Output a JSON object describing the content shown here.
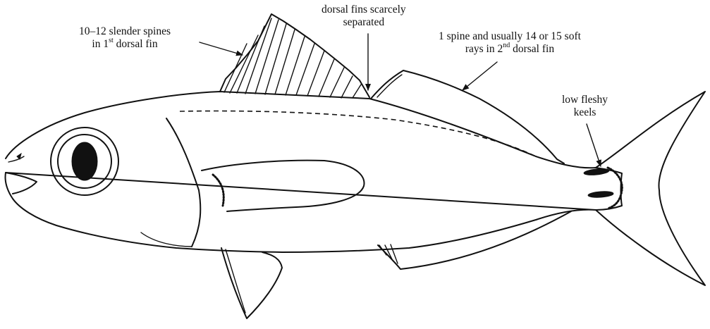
{
  "labels": {
    "spines": {
      "line1": "10–12 slender spines",
      "line2_pre": "in 1",
      "line2_sup": "st",
      "line2_post": " dorsal fin"
    },
    "separated": {
      "line1": "dorsal fins scarcely",
      "line2": "separated"
    },
    "rays": {
      "line1": "1 spine and usually 14 or 15 soft",
      "line2_pre": "rays in 2",
      "line2_sup": "nd",
      "line2_post": " dorsal fin"
    },
    "keels": {
      "line1": "low fleshy",
      "line2": "keels"
    }
  },
  "colors": {
    "ink": "#111111",
    "background": "#ffffff"
  }
}
